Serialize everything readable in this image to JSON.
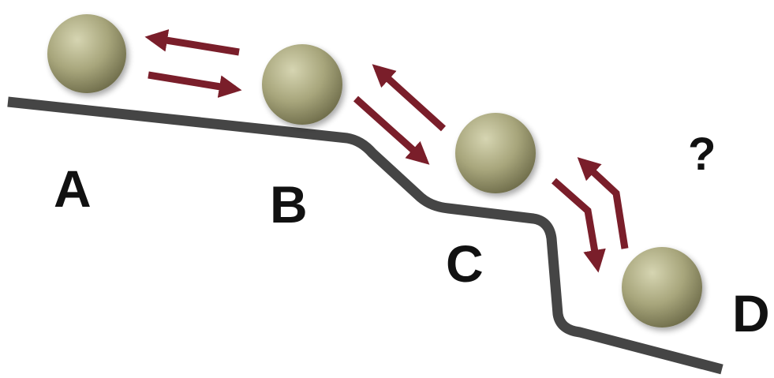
{
  "labels": {
    "a": "A",
    "b": "B",
    "c": "C",
    "d": "D",
    "question": "?"
  },
  "colors": {
    "ground": "#454545",
    "ball_light": "#d6d5b2",
    "ball_mid": "#a7a57b",
    "ball_dark": "#6f6d4b",
    "arrow": "#7a1e2a",
    "text": "#111111"
  }
}
